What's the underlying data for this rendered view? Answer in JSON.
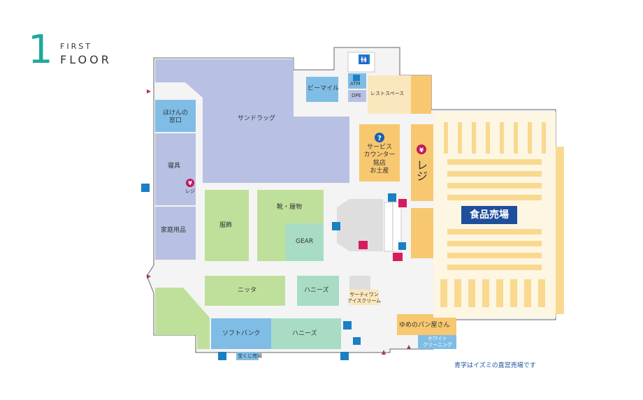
{
  "header": {
    "number": "1",
    "first": "FIRST",
    "floor": "FLOOR"
  },
  "stores": {
    "sundrug": "サンドラッグ",
    "bmile": "ビーマイル",
    "atm": "ATM",
    "dpe": "DPE",
    "rest": "レストスペース",
    "service": [
      "サービス",
      "カウンター",
      "銘店",
      "お土産"
    ],
    "register": "レジ",
    "hoken": [
      "ほけんの",
      "窓口"
    ],
    "bedding": "寝具",
    "small_register": "レジ",
    "household": "家庭用品",
    "clothing": "服飾",
    "shoes_bags": "靴・履物",
    "gear": "GEAR",
    "knit": "ニッタ",
    "honeys1": "ハニーズ",
    "thirtyone": [
      "サーティワン",
      "アイスクリーム"
    ],
    "softbank": "ソフトバンク",
    "honeys2": "ハニーズ",
    "takarakuji": "宝くじ売場",
    "bakery": "ゆめのパン屋さん",
    "cleaning": [
      "ホワイト",
      "クリーニング"
    ],
    "food": "食品売場"
  },
  "note": "青字はイズミの直営売場です",
  "colors": {
    "lavender": "#b8c1e3",
    "blue": "#7fbde6",
    "green": "#bfe09a",
    "mint": "#a8dcc5",
    "orange": "#f7c870",
    "cream": "#fbe7bd",
    "gray": "#dedede",
    "header": "#21a89a",
    "navy": "#1f4e9b"
  },
  "icons": [
    "restroom-icon",
    "atm-icon",
    "info-icon",
    "yen-icon",
    "escalator-icon",
    "elevator-icon",
    "wifi-icon",
    "post-icon",
    "parking-icon",
    "smoking-icon",
    "entrance-arrow-icon"
  ]
}
